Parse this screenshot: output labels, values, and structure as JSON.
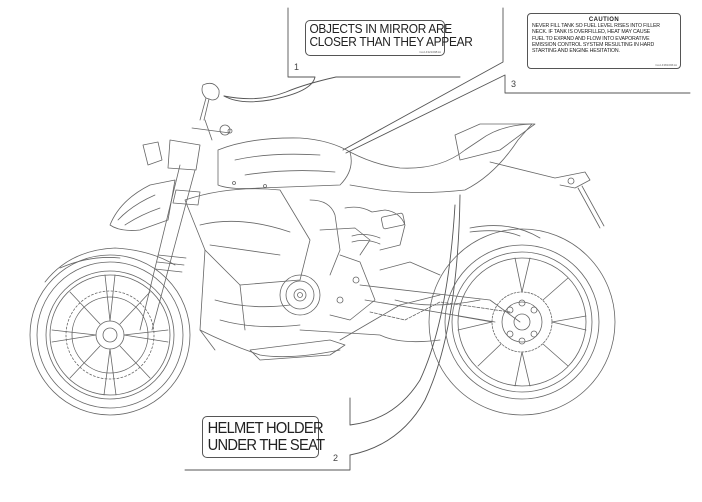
{
  "diagram": {
    "subject": "Motorcycle side view line drawing with warning label locations",
    "line_color": "#555555",
    "background": "#ffffff"
  },
  "callouts": [
    {
      "number": "1",
      "label_lines": [
        "OBJECTS IN MIRROR ARE",
        "CLOSER THAN THEY APPEAR"
      ],
      "code": "Cod.43210981A",
      "target": "mirror"
    },
    {
      "number": "2",
      "label_lines": [
        "HELMET HOLDER",
        "UNDER THE SEAT"
      ],
      "target": "seat"
    },
    {
      "number": "3",
      "title": "CAUTION",
      "label_lines": [
        "NEVER FILL TANK SO FUEL LEVEL RISES INTO FILLER",
        "NECK. IF TANK IS OVERFILLED, HEAT MAY CAUSE",
        "FUEL TO EXPAND AND FLOW INTO EVAPORATIVE",
        "EMISSION CONTROL SYSTEM RESULTING IN HARD",
        "STARTING AND ENGINE HESITATION."
      ],
      "code": "Cod.43810961A",
      "target": "fuel tank"
    }
  ]
}
